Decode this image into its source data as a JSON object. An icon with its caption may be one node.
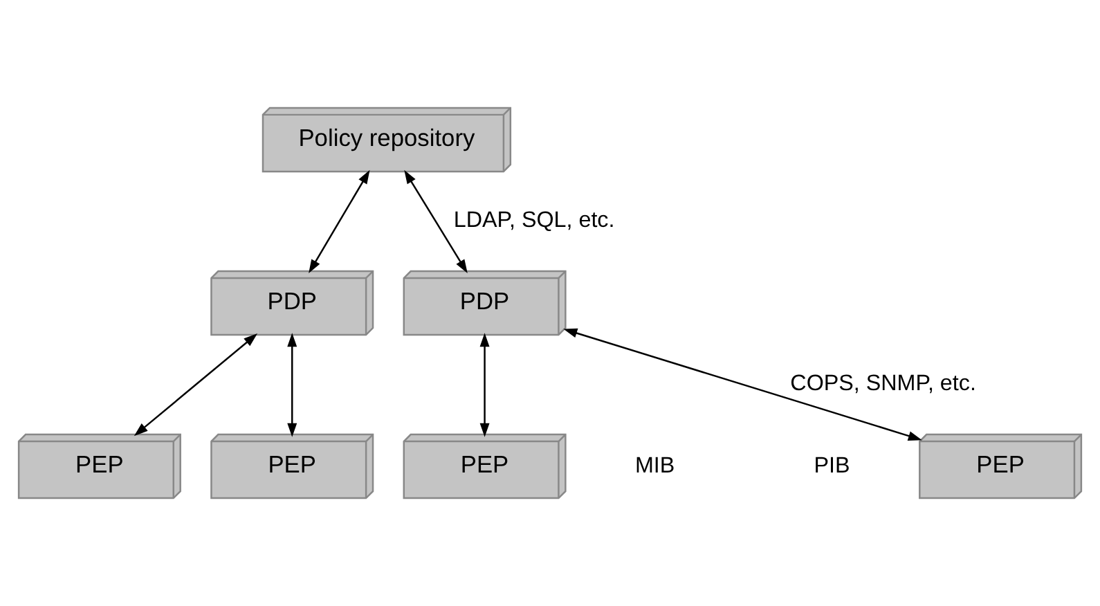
{
  "diagram": {
    "nodes": [
      {
        "text": [
          "Policy repository"
        ]
      },
      {
        "text": [
          "PDP"
        ]
      },
      {
        "text": [
          "PDP"
        ]
      },
      {
        "text": [
          "PEP"
        ]
      },
      {
        "text": [
          "PEP"
        ]
      },
      {
        "text": [
          "PEP"
        ]
      },
      {
        "text": [
          "PEP"
        ]
      }
    ],
    "edges": [
      {
        "from": 0,
        "to": 1,
        "arrow": "both"
      },
      {
        "from": 0,
        "to": 2,
        "arrow": "both",
        "label": "LDAP, SQL, etc."
      },
      {
        "from": 1,
        "to": 3,
        "arrow": "both"
      },
      {
        "from": 1,
        "to": 4,
        "arrow": "both"
      },
      {
        "from": 2,
        "to": 5,
        "arrow": "both"
      },
      {
        "from": 2,
        "to": 6,
        "arrow": "both",
        "label": "COPS, SNMP, etc."
      }
    ],
    "labels": [
      "MIB",
      "PIB"
    ]
  }
}
